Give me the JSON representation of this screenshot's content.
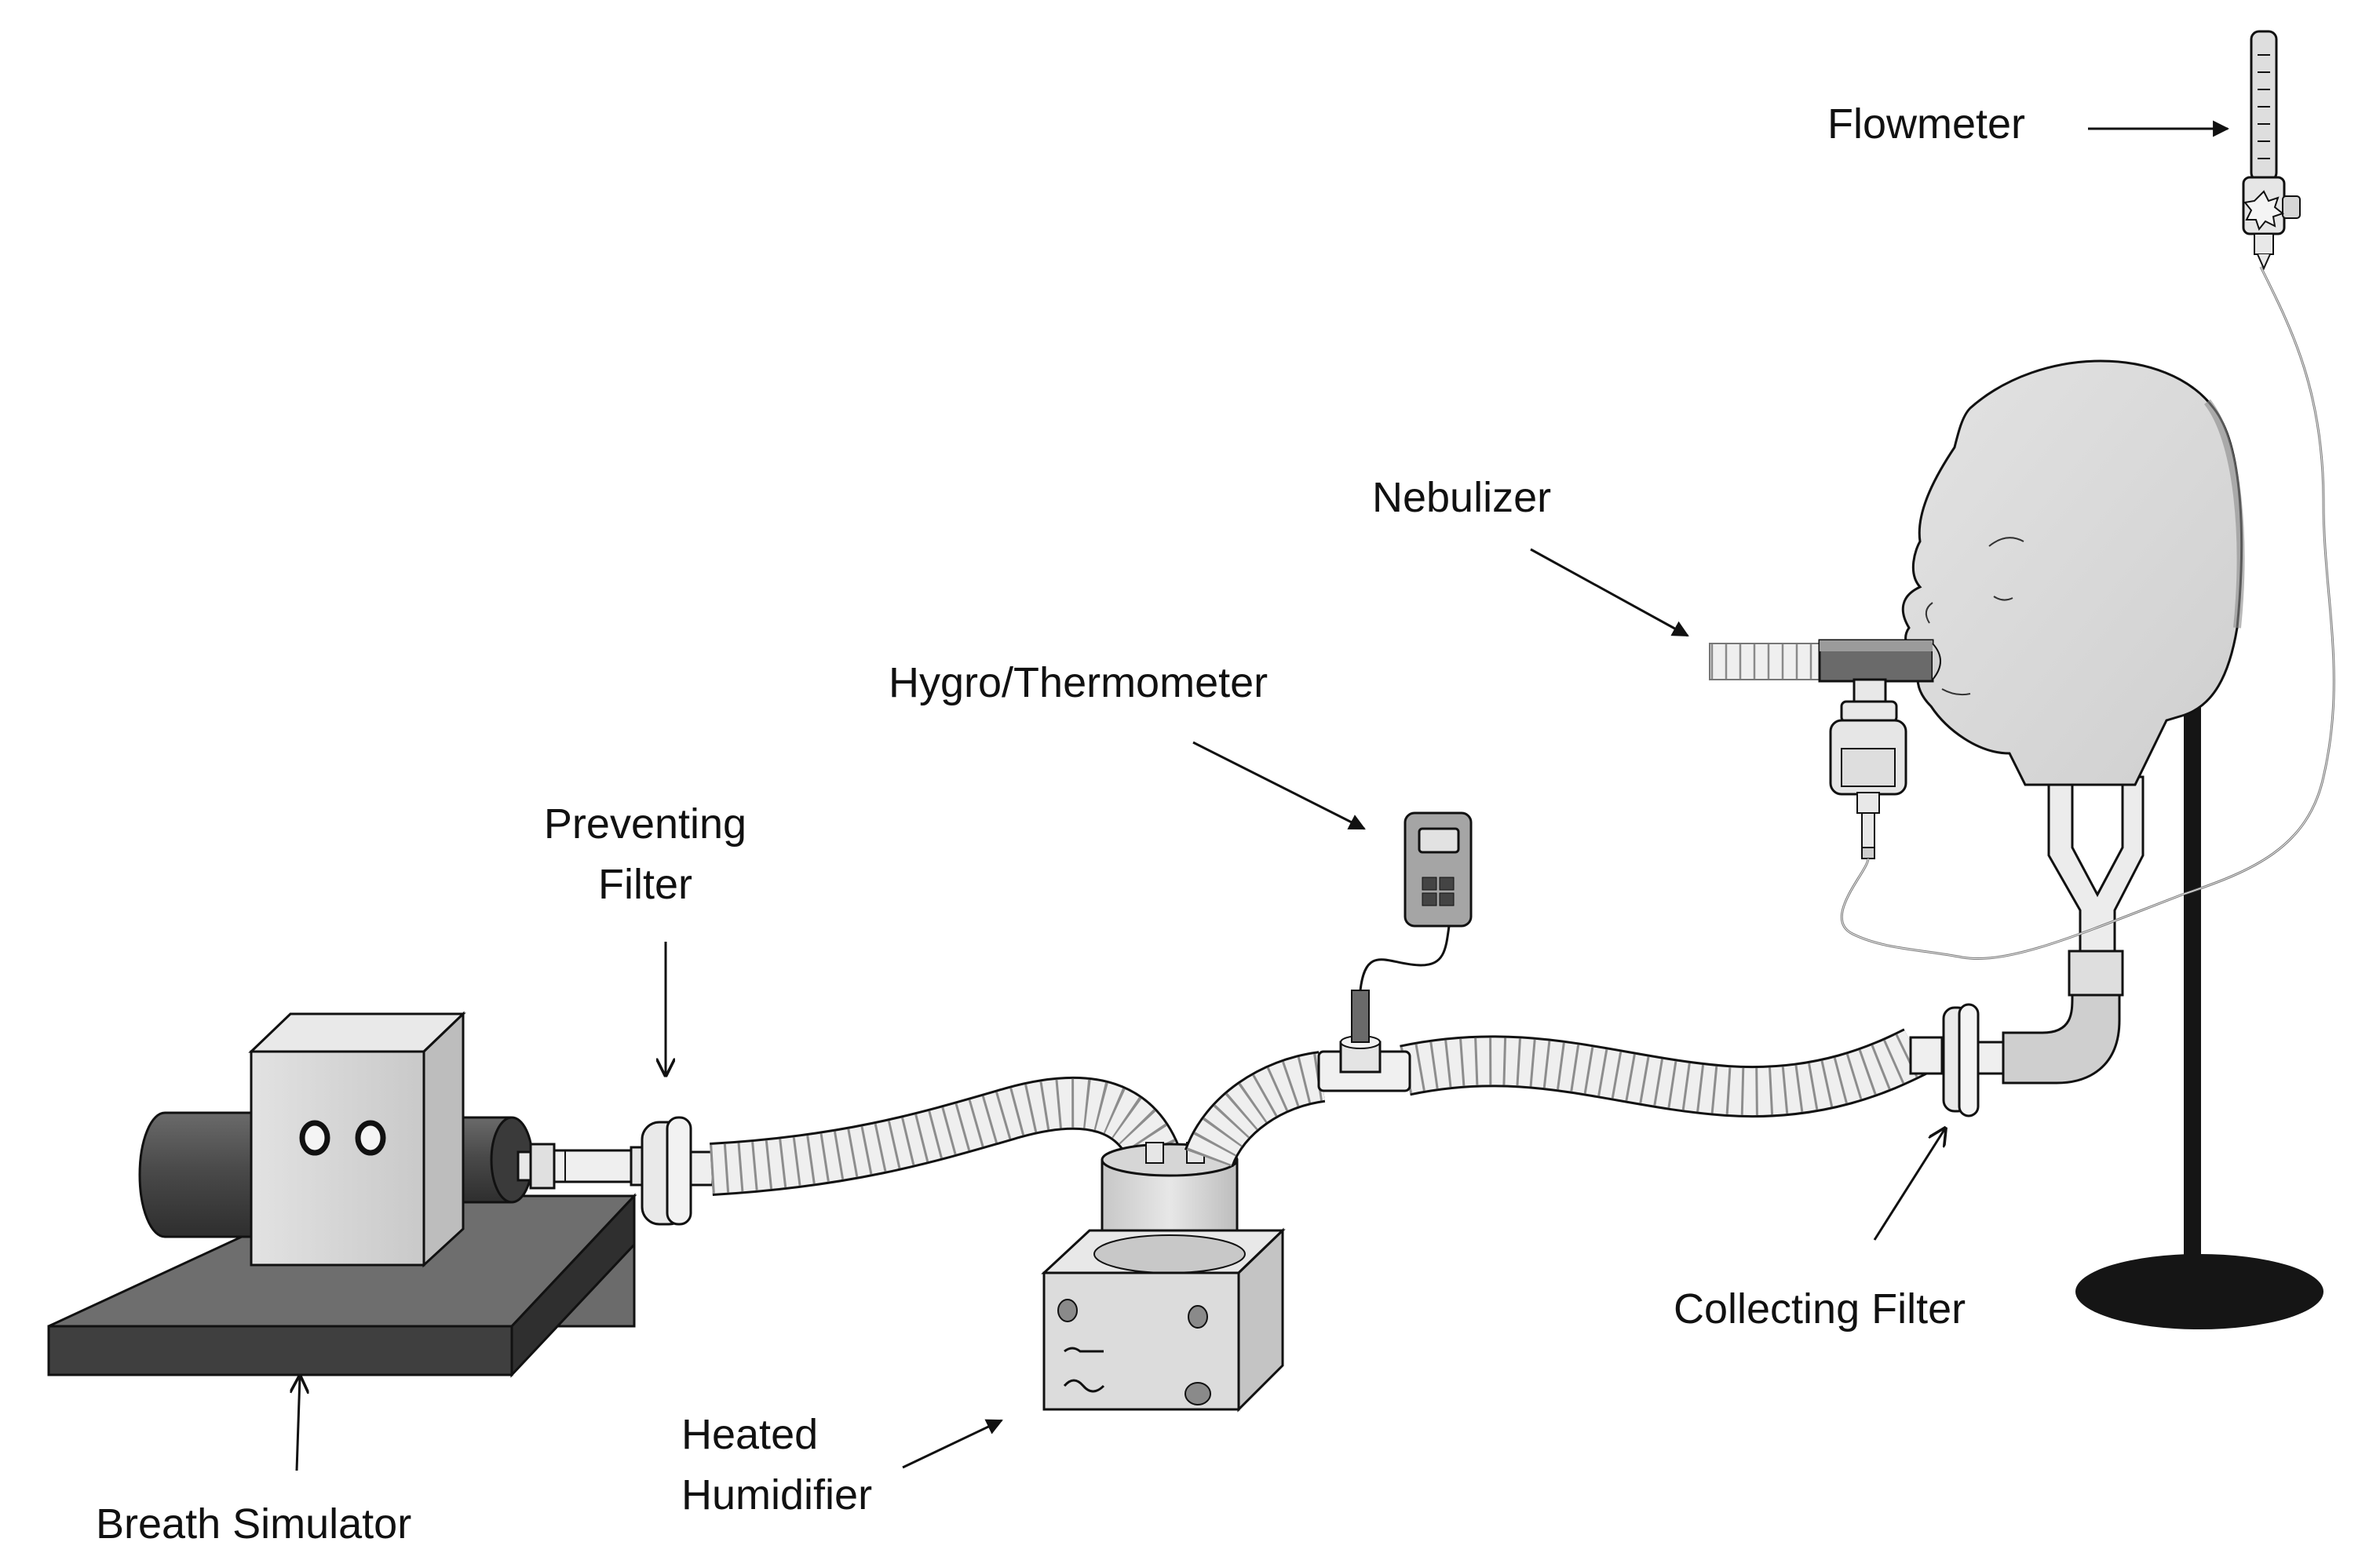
{
  "labels": {
    "flowmeter": "Flowmeter",
    "nebulizer": "Nebulizer",
    "hygro_thermometer": "Hygro/Thermometer",
    "preventing_filter": [
      "Preventing",
      "Filter"
    ],
    "heated_humidifier": [
      "Heated",
      "Humidifier"
    ],
    "collecting_filter": "Collecting Filter",
    "breath_simulator": "Breath Simulator"
  },
  "colors": {
    "outline": "#111111",
    "dark_gray": "#555555",
    "mid_gray": "#9a9a9a",
    "light_gray": "#d8d8d8",
    "face_fill": "#d9d9d9",
    "tubing": "#ececec",
    "stand": "#1a1a1a",
    "background": "#ffffff"
  }
}
